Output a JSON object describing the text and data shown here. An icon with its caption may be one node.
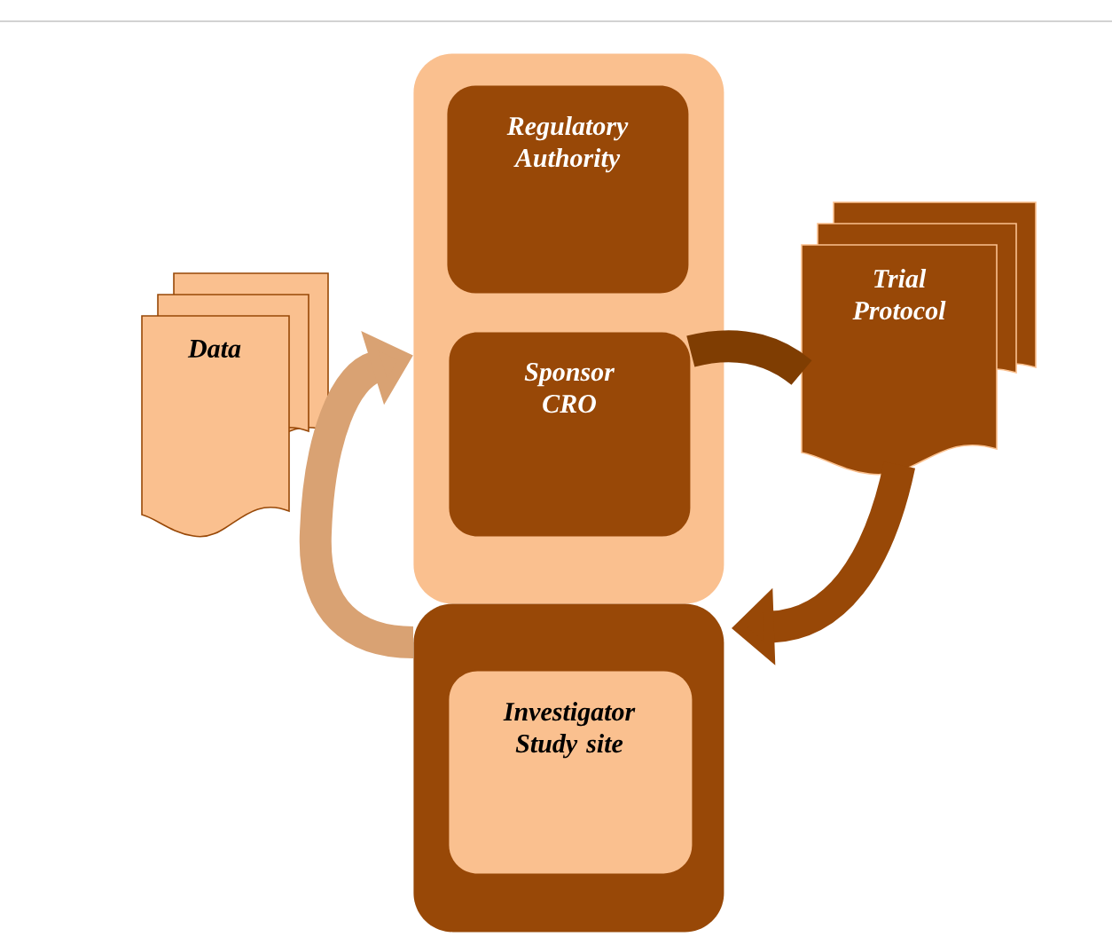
{
  "diagram": {
    "nodes": [
      {
        "text": [],
        "shape": "box"
      },
      {
        "text": [
          "Regulatory Authority"
        ],
        "in": 0
      },
      {
        "text": [
          "Sponsor CRO"
        ],
        "in": 0
      },
      {
        "text": [],
        "shape": "box"
      },
      {
        "text": [
          "Investigator Study site"
        ],
        "in": 3
      },
      {
        "text": [
          "Data"
        ]
      },
      {
        "text": [
          "Trial Protocol"
        ]
      }
    ],
    "edges": [
      {
        "from": 2,
        "to": 6,
        "arrow": "none",
        "color": "#7f3d02"
      },
      {
        "from": 6,
        "to": 3,
        "arrow": "to",
        "color": "#984807"
      },
      {
        "from": 3,
        "to": 0,
        "arrow": "to",
        "color": "#d9a273"
      }
    ]
  }
}
